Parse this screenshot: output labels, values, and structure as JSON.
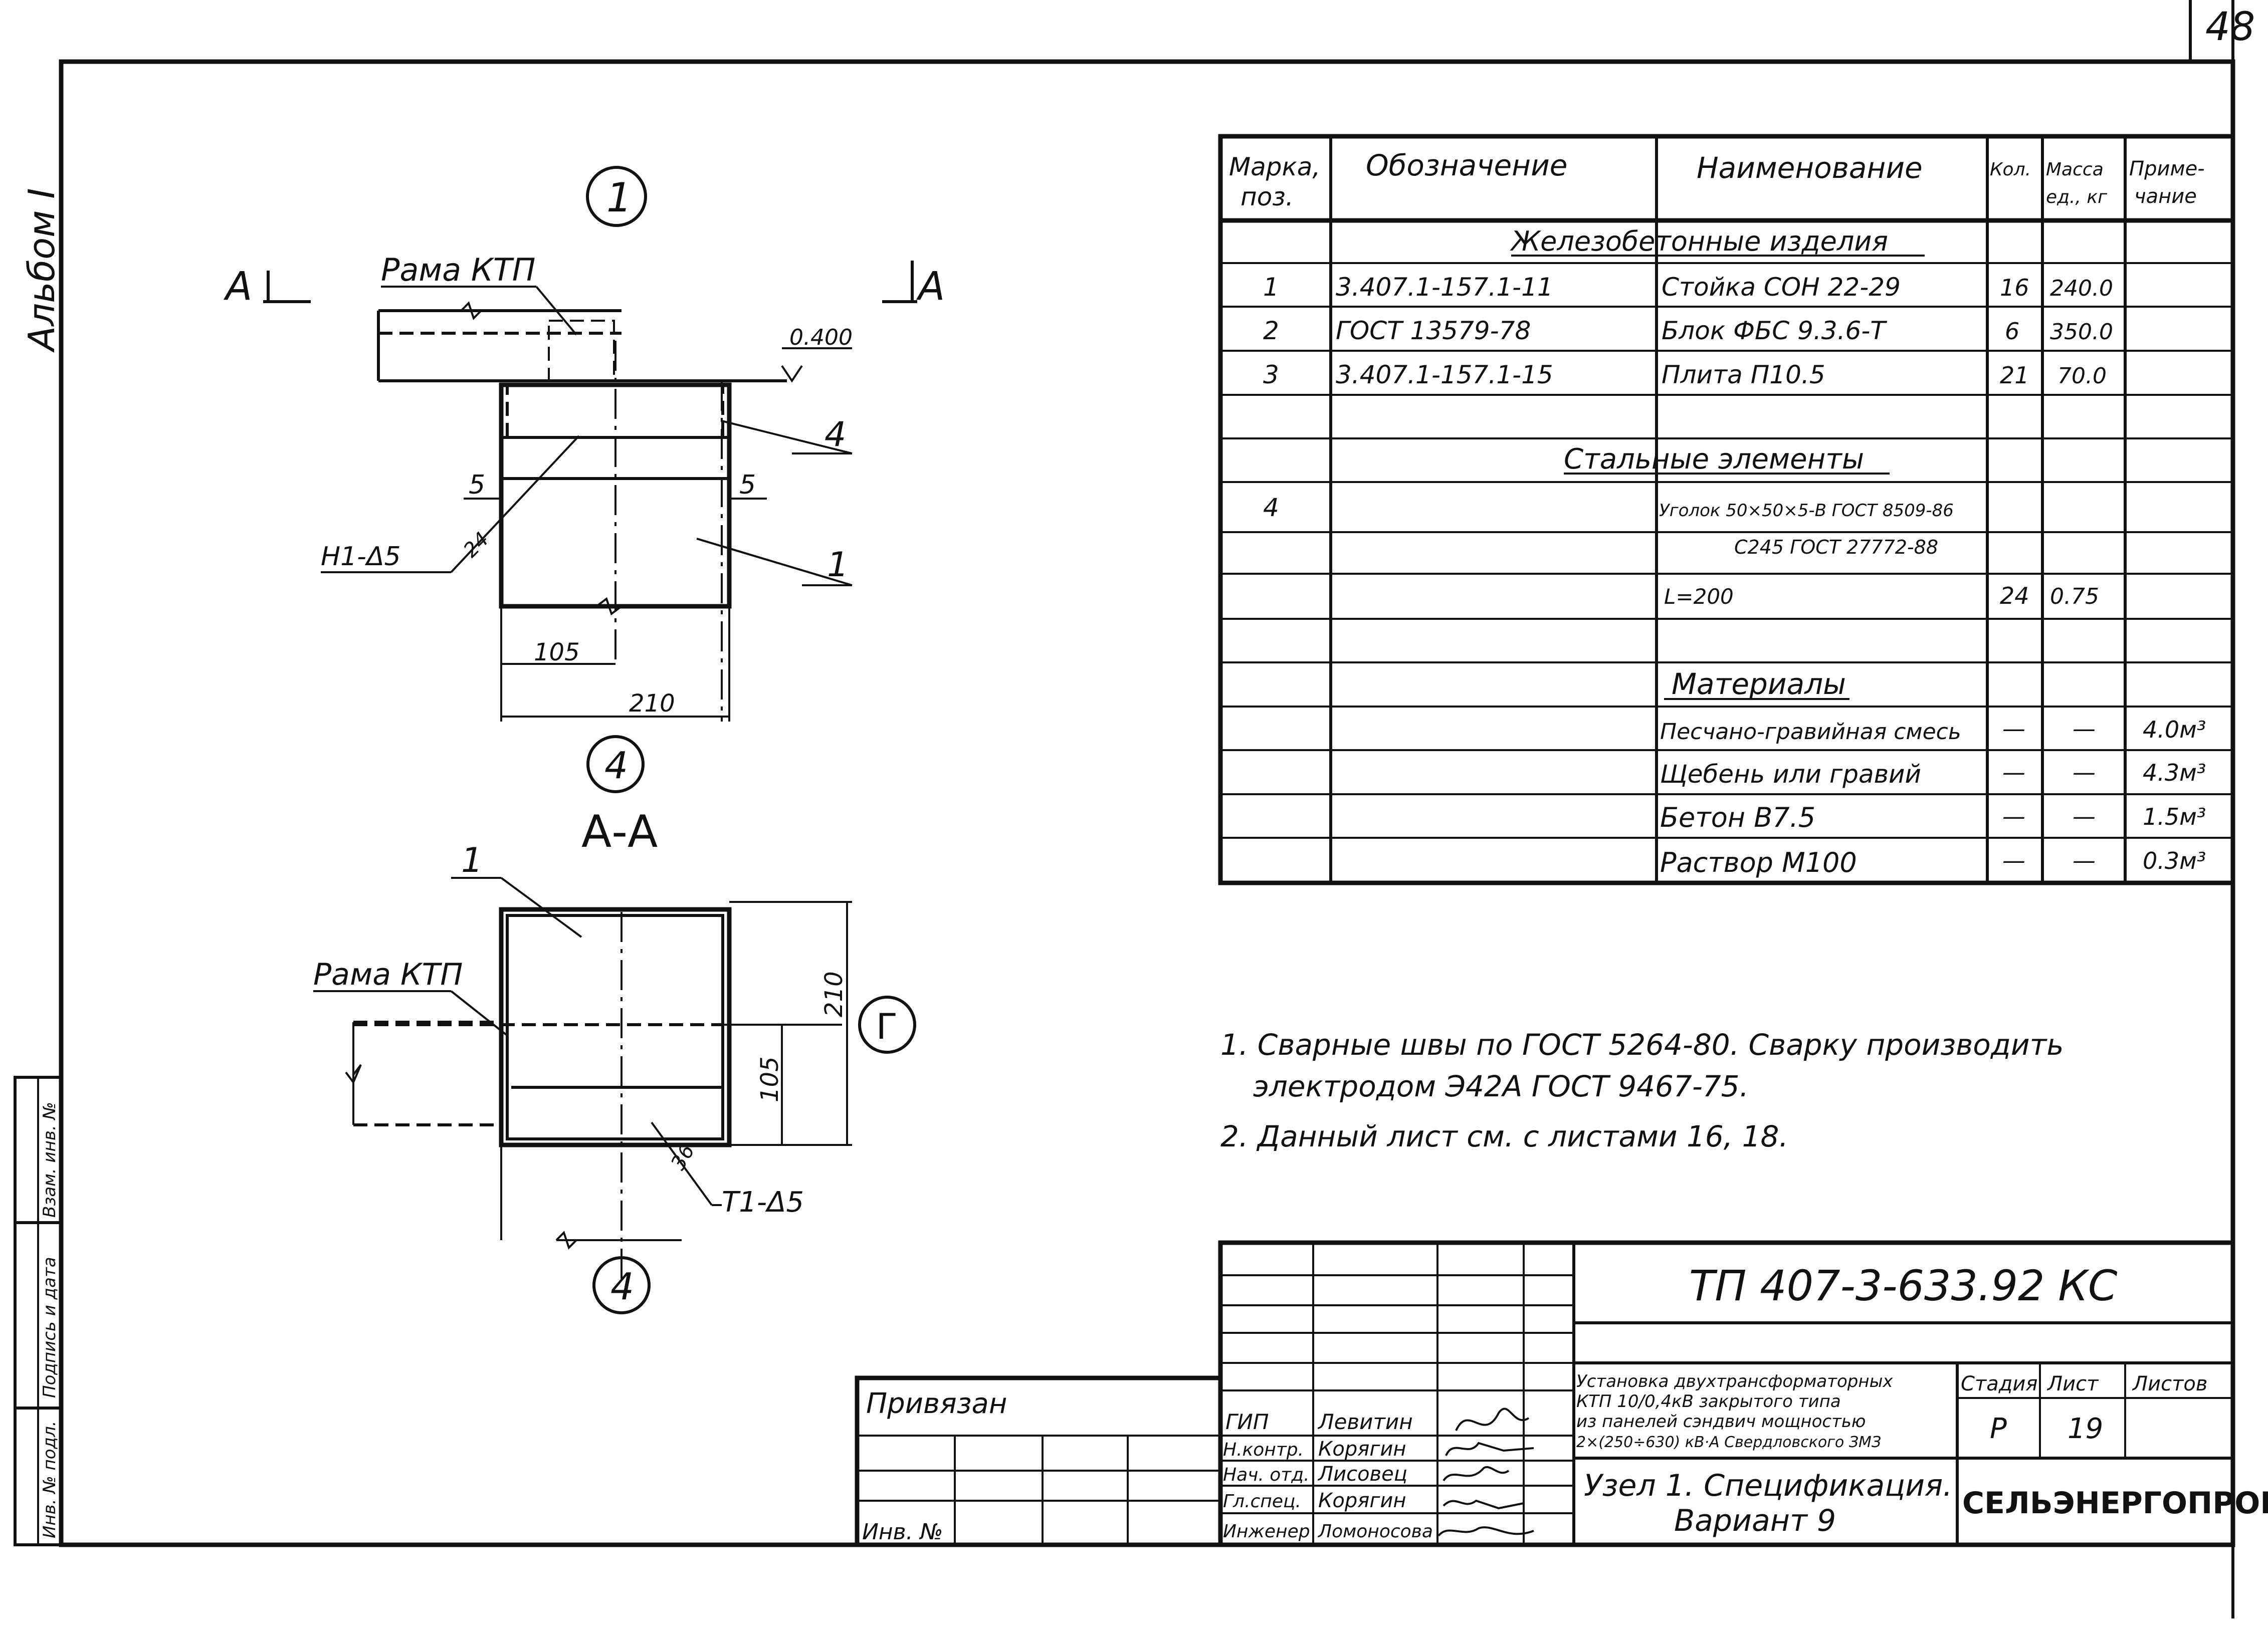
{
  "page_number": "48",
  "album_label": "Альбом I",
  "left_stamp": {
    "col1": "Инв. № подл.",
    "col2": "Подпись и дата",
    "col3": "Взам. инв. №"
  },
  "drawing1": {
    "node_marker": "1",
    "section_mark_left": "A",
    "section_mark_right": "A",
    "frame_label": "Рама КТП",
    "elevation": "0.400",
    "weld_label": "Н1-Δ5",
    "weld_size": "24",
    "callout_4": "4",
    "callout_1": "1",
    "dim_5_left": "5",
    "dim_5_right": "5",
    "dim_105": "105",
    "dim_210": "210",
    "axis_label": "4"
  },
  "section_aa": {
    "title": "А-А",
    "callout_1": "1",
    "frame_label": "Рама КТП",
    "dim_210": "210",
    "dim_105": "105",
    "axis_g": "Г",
    "axis_4": "4",
    "weld_label": "Т1-Δ5",
    "weld_size": "36"
  },
  "spec_table": {
    "headers": [
      "Марка, поз.",
      "Обозначение",
      "Наименование",
      "Кол.",
      "Масса ед., кг",
      "Примечание"
    ],
    "sections": {
      "concrete": "Железобетонные изделия",
      "steel": "Стальные элементы",
      "materials": "Материалы"
    },
    "rows": [
      {
        "mark": "1",
        "designation": "3.407.1-157.1-11",
        "name": "Стойка СОН 22-29",
        "qty": "16",
        "mass": "240.0",
        "note": ""
      },
      {
        "mark": "2",
        "designation": "ГОСТ 13579-78",
        "name": "Блок ФБС 9.3.6-Т",
        "qty": "6",
        "mass": "350.0",
        "note": ""
      },
      {
        "mark": "3",
        "designation": "3.407.1-157.1-15",
        "name": "Плита П10.5",
        "qty": "21",
        "mass": "70.0",
        "note": ""
      }
    ],
    "steel_row": {
      "mark": "4",
      "name_line1": "Уголок 50×50×5-В ГОСТ 8509-86",
      "name_line2": "С245 ГОСТ 27772-88",
      "name_line3": "L=200",
      "qty": "24",
      "mass": "0.75"
    },
    "materials": [
      {
        "name": "Песчано-гравийная смесь",
        "qty": "—",
        "mass": "—",
        "note": "4.0м³"
      },
      {
        "name": "Щебень или гравий",
        "qty": "—",
        "mass": "—",
        "note": "4.3м³"
      },
      {
        "name": "Бетон В7.5",
        "qty": "—",
        "mass": "—",
        "note": "1.5м³"
      },
      {
        "name": "Раствор М100",
        "qty": "—",
        "mass": "—",
        "note": "0.3м³"
      }
    ]
  },
  "notes": [
    "1. Сварные швы по ГОСТ 5264-80. Сварку производить",
    "электродом Э42А ГОСТ 9467-75.",
    "2. Данный лист см. с листами 16, 18."
  ],
  "title_block": {
    "doc_code": "ТП 407-3-633.92 КС",
    "attached_label": "Привязан",
    "inv_label": "Инв. №",
    "object_name": [
      "Установка двухтрансформаторных",
      "КТП 10/0,4кВ закрытого типа",
      "из панелей сэндвич мощностью",
      "2×(250÷630) кВ·А Свердловского ЗМЗ"
    ],
    "sheet_title_1": "Узел 1. Спецификация.",
    "sheet_title_2": "Вариант 9",
    "stage_label": "Стадия",
    "sheet_label": "Лист",
    "sheets_label": "Листов",
    "stage": "Р",
    "sheet": "19",
    "org": "СЕЛЬЭНЕРГОПРОЕКТ",
    "signers": [
      {
        "role": "ГИП",
        "name": "Левитин"
      },
      {
        "role": "Н.контр.",
        "name": "Корягин"
      },
      {
        "role": "Нач. отд.",
        "name": "Лисовец"
      },
      {
        "role": "Гл.спец.",
        "name": "Корягин"
      },
      {
        "role": "Инженер",
        "name": "Ломоносова"
      }
    ]
  }
}
